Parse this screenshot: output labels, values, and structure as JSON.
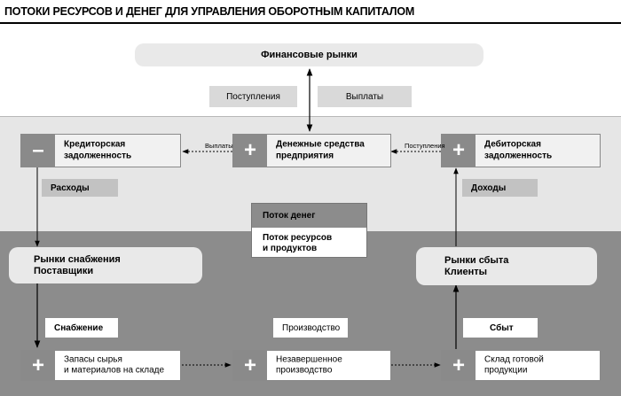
{
  "title": "ПОТОКИ РЕСУРСОВ И ДЕНЕГ ДЛЯ УПРАВЛЕНИЯ ОБОРОТНЫМ КАПИТАЛОМ",
  "financial_markets": "Финансовые рынки",
  "inflows": "Поступления",
  "outflows": "Выплаты",
  "payables": {
    "sign": "–",
    "line1": "Кредиторская",
    "line2": "задолженность"
  },
  "cash": {
    "sign": "+",
    "line1": "Денежные средства",
    "line2": "предприятия"
  },
  "receivables": {
    "sign": "+",
    "line1": "Дебиторская",
    "line2": "задолженность"
  },
  "small_payments": "Выплаты",
  "small_inflows": "Поступления",
  "expenses": "Расходы",
  "income": "Доходы",
  "legend": {
    "money_flow": "Поток денег",
    "resource_flow_1": "Поток ресурсов",
    "resource_flow_2": "и продуктов"
  },
  "supply_markets": {
    "line1": "Рынки снабжения",
    "line2": "Поставщики"
  },
  "sales_markets": {
    "line1": "Рынки сбыта",
    "line2": "Клиенты"
  },
  "supply": "Снабжение",
  "production": "Производство",
  "sales": "Сбыт",
  "raw_materials": {
    "sign": "+",
    "line1": "Запасы сырья",
    "line2": "и материалов на складе"
  },
  "wip": {
    "sign": "+",
    "line1": "Незавершенное",
    "line2": "производство"
  },
  "finished_goods": {
    "sign": "+",
    "line1": "Склад готовой",
    "line2": "продукции"
  }
}
